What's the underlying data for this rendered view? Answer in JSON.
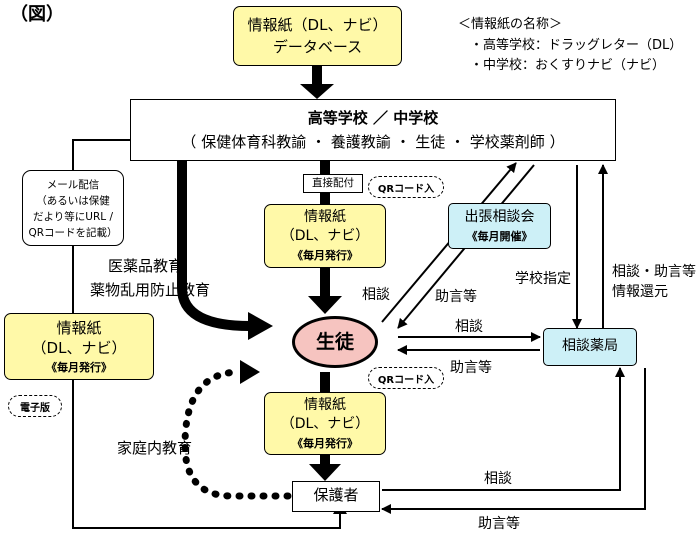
{
  "fig_label": "（図）",
  "database": {
    "line1": "情報紙（DL、ナビ）",
    "line2": "データベース"
  },
  "names_legend": {
    "heading": "＜情報紙の名称＞",
    "item1": "・高等学校：ドラッグレター（DL）",
    "item2": "・中学校：おくすりナビ（ナビ）"
  },
  "school": {
    "title": "高等学校 ／ 中学校",
    "members": "（ 保健体育科教諭 ・ 養護教諭 ・ 生徒 ・ 学校薬剤師 ）"
  },
  "mail_note": {
    "line1": "メール配信",
    "line2": "（あるいは保健",
    "line3": "だより等にURL /",
    "line4": "QRコードを記載）"
  },
  "direct_tag": "直接配付",
  "qr_tag_top": "QRコード入",
  "qr_tag_bottom": "QRコード入",
  "paper_center": {
    "line1": "情報紙",
    "line2": "（DL、ナビ）",
    "line3": "《毎月発行》"
  },
  "paper_left": {
    "line1": "情報紙",
    "line2": "（DL、ナビ）",
    "line3": "《毎月発行》"
  },
  "paper_bottom": {
    "line1": "情報紙",
    "line2": "（DL、ナビ）",
    "line3": "《毎月発行》"
  },
  "denshi_tag": "電子版",
  "outreach": {
    "line1": "出張相談会",
    "line2": "《毎月開催》"
  },
  "edu_label": {
    "line1": "医薬品教育",
    "line2": "薬物乱用防止教育"
  },
  "student": "生徒",
  "pharmacy": "相談薬局",
  "guardian": "保護者",
  "family_edu": "家庭内教育",
  "labels": {
    "soudan_diag": "相談",
    "jogen_diag": "助言等",
    "school_designate": "学校指定",
    "soudan_jogen_line1": "相談・助言等",
    "soudan_jogen_line2": "情報還元",
    "soudan_mid": "相談",
    "jogen_mid": "助言等",
    "soudan_bottom": "相談",
    "jogen_bottom": "助言等"
  },
  "colors": {
    "paper": "#fff9a8",
    "outreach": "#cdf0f7",
    "student_fill": "#f6c4c0",
    "arrow": "#000000"
  }
}
